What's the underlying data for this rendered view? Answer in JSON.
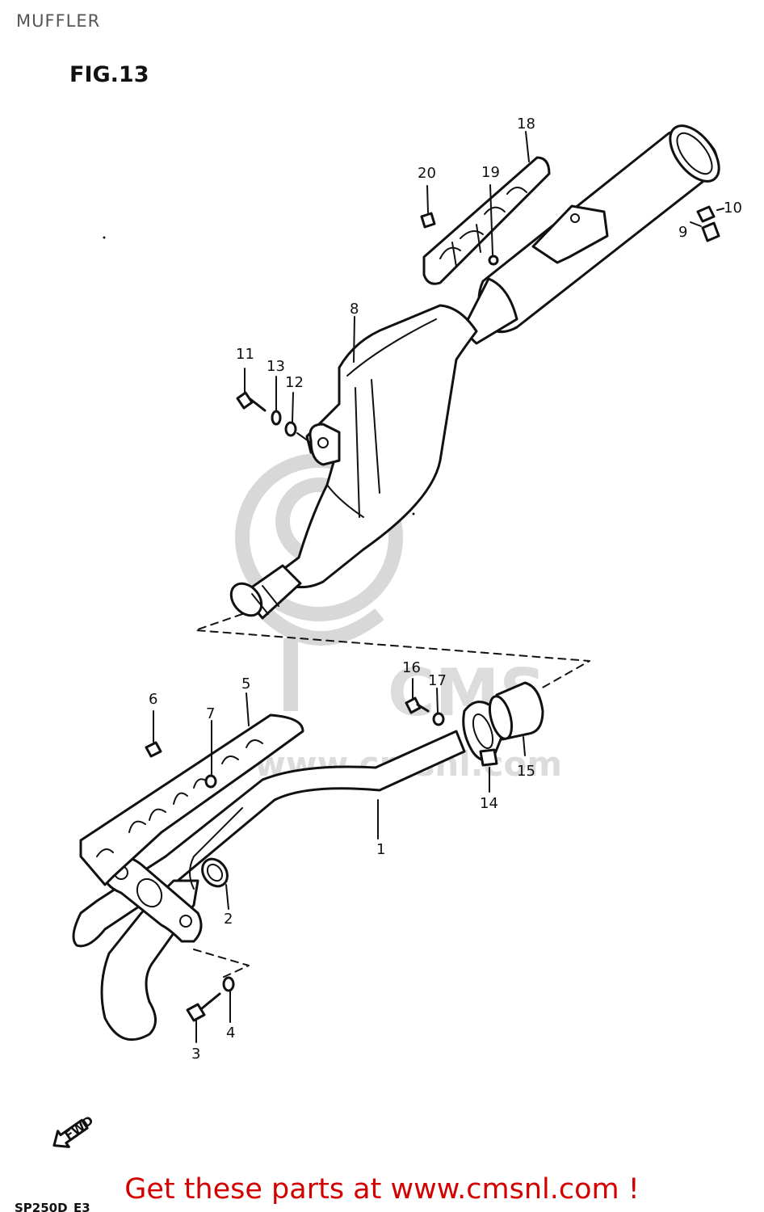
{
  "header": {
    "title": "MUFFLER"
  },
  "figure": {
    "label": "FIG.13",
    "model_code": "SP250D_E3",
    "fwd_marker": "FWD"
  },
  "watermark": {
    "text": "www.cmsnl.com"
  },
  "parts": [
    {
      "num": "1"
    },
    {
      "num": "2"
    },
    {
      "num": "3"
    },
    {
      "num": "4"
    },
    {
      "num": "5"
    },
    {
      "num": "6"
    },
    {
      "num": "7"
    },
    {
      "num": "8"
    },
    {
      "num": "9"
    },
    {
      "num": "10"
    },
    {
      "num": "11"
    },
    {
      "num": "12"
    },
    {
      "num": "13"
    },
    {
      "num": "14"
    },
    {
      "num": "15"
    },
    {
      "num": "16"
    },
    {
      "num": "17"
    },
    {
      "num": "18"
    },
    {
      "num": "19"
    },
    {
      "num": "20"
    }
  ],
  "footer": {
    "link_text": "Get these parts at www.cmsnl.com !"
  }
}
